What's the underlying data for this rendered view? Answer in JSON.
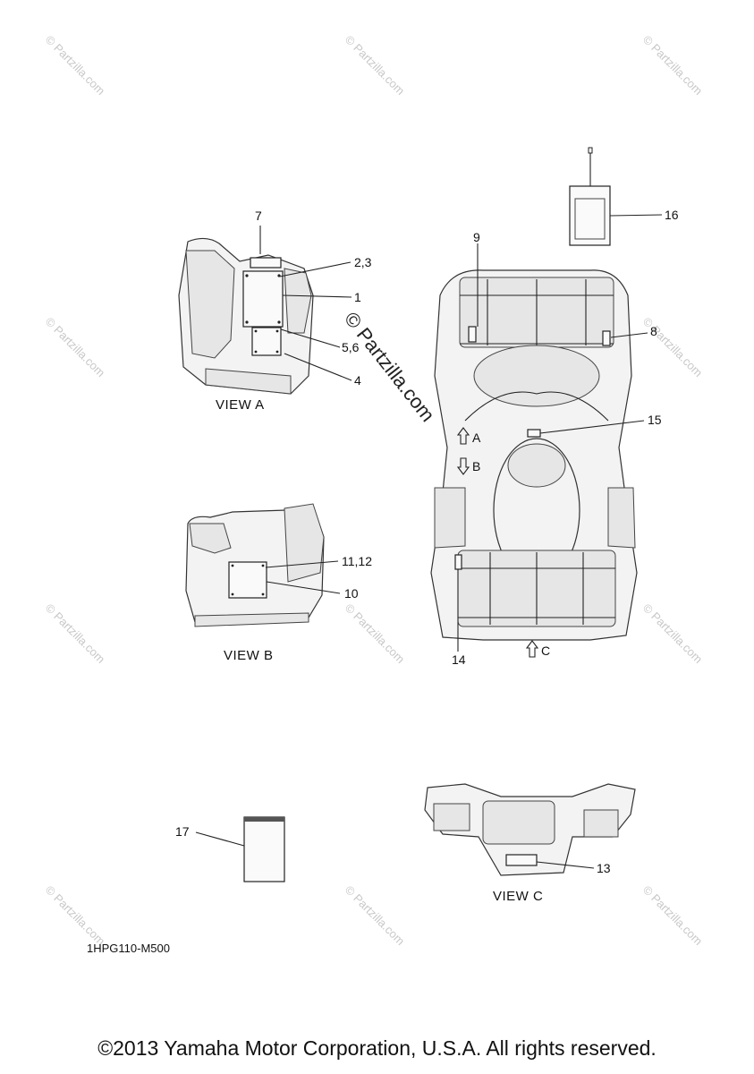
{
  "watermark": "© Partzilla.com",
  "watermark_center": "© Partzilla.com",
  "view_labels": {
    "view_a": "VIEW A",
    "view_b": "VIEW B",
    "view_c": "VIEW C"
  },
  "arrows": {
    "a": "A",
    "b": "B",
    "c": "C"
  },
  "callouts": {
    "c1": "1",
    "c2_3": "2,3",
    "c4": "4",
    "c5_6": "5,6",
    "c7": "7",
    "c8": "8",
    "c9": "9",
    "c10": "10",
    "c11_12": "11,12",
    "c13": "13",
    "c14": "14",
    "c15": "15",
    "c16": "16",
    "c17": "17"
  },
  "diagram_code": "1HPG110-M500",
  "copyright": "©2013 Yamaha Motor Corporation, U.S.A. All rights reserved."
}
